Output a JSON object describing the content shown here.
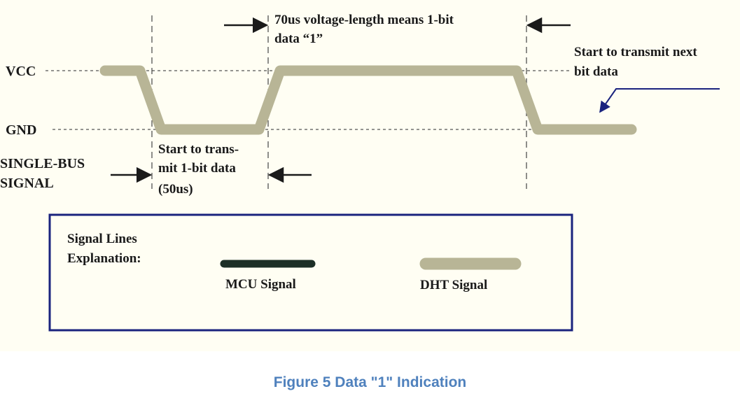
{
  "diagram": {
    "vcc_label": "VCC",
    "gnd_label": "GND",
    "bus_label_line1": "SINGLE-BUS",
    "bus_label_line2": "SIGNAL",
    "high_annotation_line1": "70us voltage-length means 1-bit",
    "high_annotation_line2": "data “1”",
    "low_annotation_line1": "Start to trans-",
    "low_annotation_line2": "mit 1-bit data",
    "low_annotation_line3": "(50us)",
    "next_annotation_line1": "Start to transmit next",
    "next_annotation_line2": "bit data"
  },
  "legend": {
    "title_line1": "Signal Lines",
    "title_line2": "Explanation:",
    "mcu_label": "MCU Signal",
    "dht_label": "DHT Signal"
  },
  "colors": {
    "background": "#fffef3",
    "dht_signal": "#b8b596",
    "mcu_signal": "#1d2f26",
    "legend_border": "#1a237e",
    "caption": "#4f81bd",
    "pointer_arrow": "#1a237e"
  },
  "caption": "Figure 5 Data \"1\" Indication"
}
